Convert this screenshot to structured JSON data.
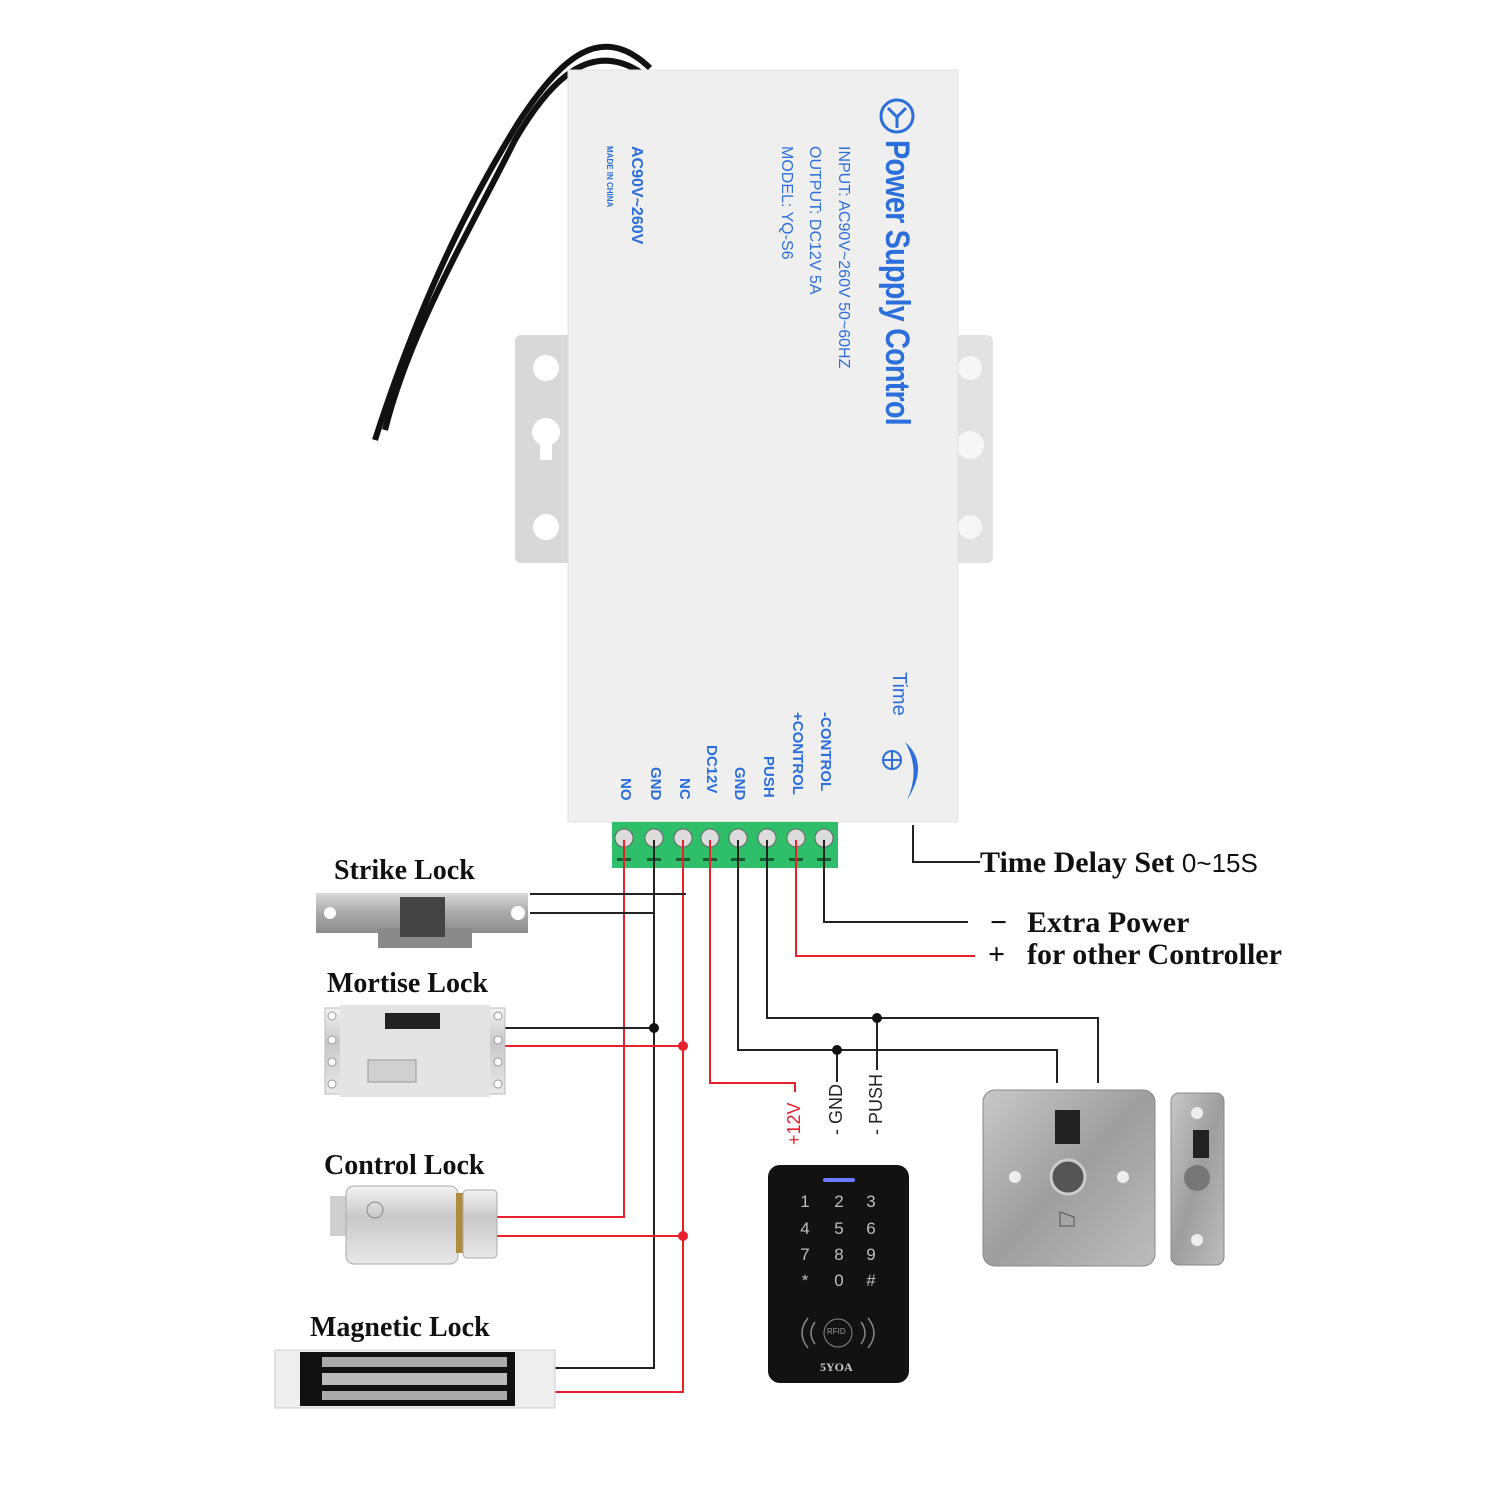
{
  "device": {
    "brand_title": "Power Supply Control",
    "input_spec": "INPUT: AC90V~260V 50~60HZ",
    "output_spec": "OUTPUT: DC12V 5A",
    "model_spec": "MODEL: YQ-S6",
    "voltage_range": "AC90V~260V",
    "origin": "MADE IN CHINA",
    "time_knob_label": "Time",
    "terminals": [
      "NO",
      "GND",
      "NC",
      "DC12V",
      "GND",
      "PUSH",
      "+CONTROL",
      "-CONTROL"
    ],
    "colors": {
      "label_blue": "#2a6fdb",
      "terminal_green": "#2fbf6a",
      "wire_red": "#e8202a",
      "wire_black": "#222222"
    }
  },
  "annotations": {
    "time_delay": "Time Delay Set",
    "time_delay_range": "0~15S",
    "extra_power_minus_sign": "−",
    "extra_power_minus": "Extra Power",
    "extra_power_plus_sign": "+",
    "extra_power_plus": "for other Controller"
  },
  "locks": [
    {
      "label": "Strike Lock"
    },
    {
      "label": "Mortise Lock"
    },
    {
      "label": "Control Lock"
    },
    {
      "label": "Magnetic Lock"
    }
  ],
  "keypad": {
    "wire_labels": [
      "+12V",
      "- GND",
      "- PUSH"
    ],
    "keys": [
      "1",
      "2",
      "3",
      "4",
      "5",
      "6",
      "7",
      "8",
      "9",
      "*",
      "0",
      "#"
    ],
    "rfid_label": "RFID",
    "brand": "5YOA"
  },
  "exit_buttons": [
    {
      "type": "square"
    },
    {
      "type": "slim"
    }
  ]
}
